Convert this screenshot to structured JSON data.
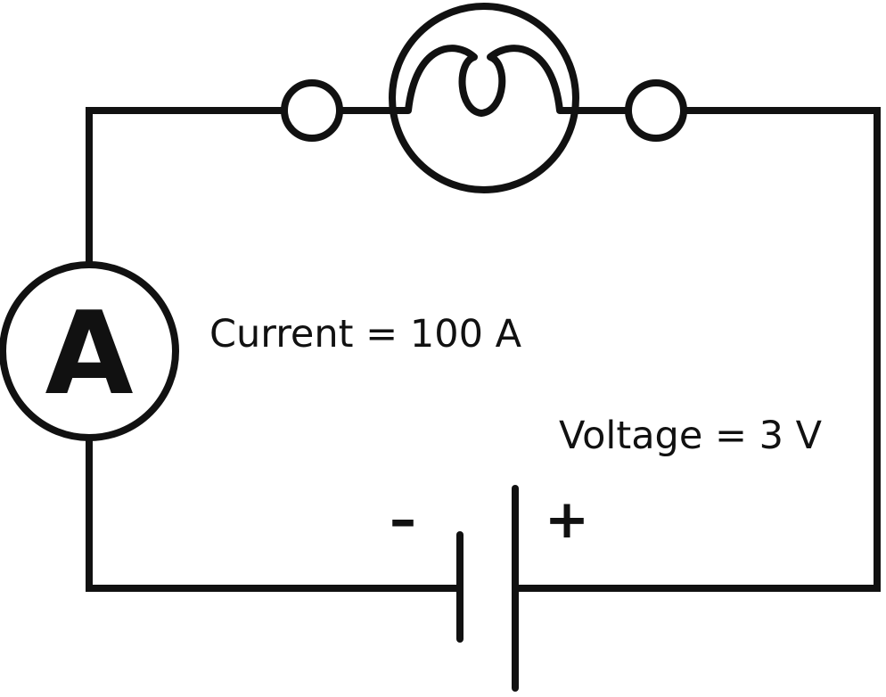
{
  "colors": {
    "ink": "#111111",
    "background": "#ffffff"
  },
  "ammeter": {
    "symbol": "A",
    "icon": "ammeter-icon"
  },
  "lamp": {
    "icon": "lamp-icon"
  },
  "battery": {
    "icon": "battery-icon",
    "negative_sign": "–",
    "positive_sign": "+"
  },
  "labels": {
    "current": "Current = 100 A",
    "voltage": "Voltage = 3 V"
  }
}
